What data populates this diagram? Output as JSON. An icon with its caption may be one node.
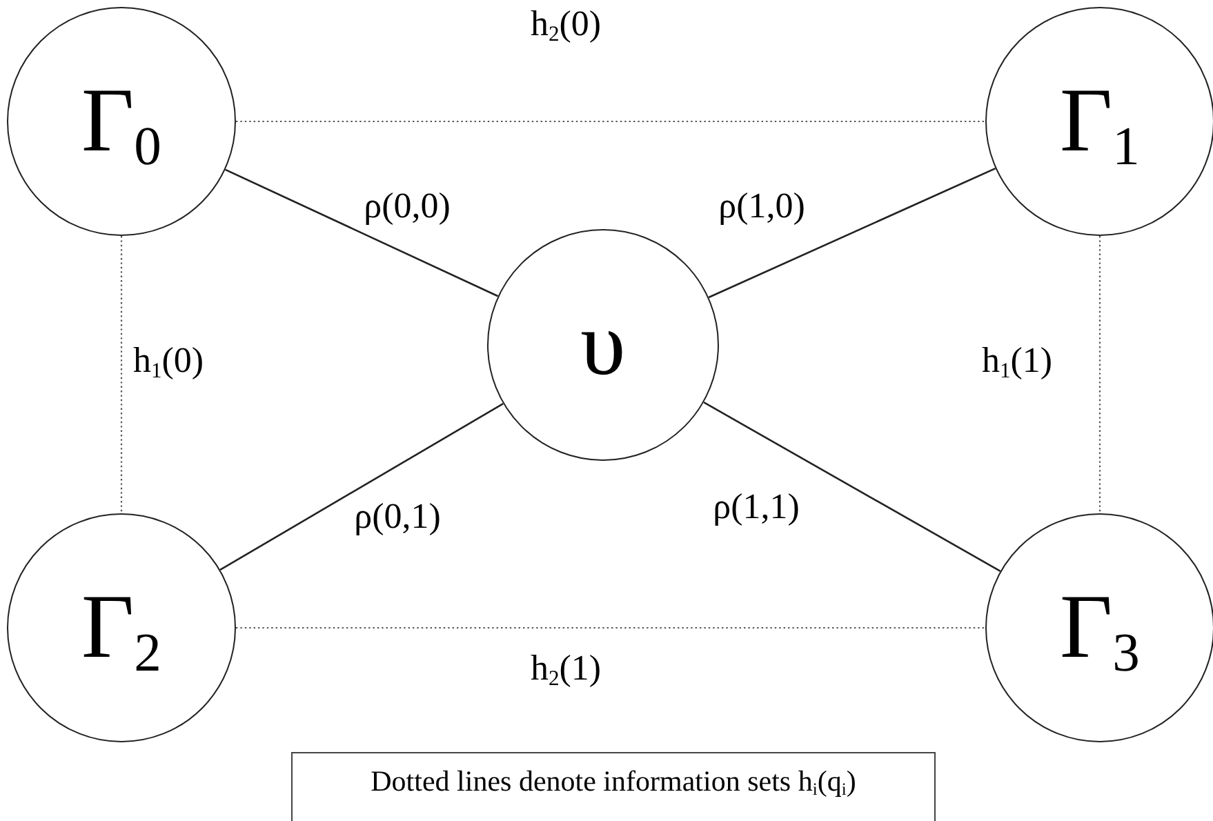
{
  "diagram": {
    "nodes": [
      {
        "text": [
          "Γ$_{0}$"
        ]
      },
      {
        "text": [
          "Γ$_{1}$"
        ]
      },
      {
        "text": [
          "υ"
        ]
      },
      {
        "text": [
          "Γ$_{2}$"
        ]
      },
      {
        "text": [
          "Γ$_{3}$"
        ]
      },
      {
        "text": [
          "Dotted lines denote information sets h$_{i}$(q$_{i}$)"
        ]
      }
    ],
    "edges": [
      {
        "from": 0,
        "to": 1,
        "arrow": "none",
        "label": "h$_{2}$(0)",
        "style": "dashed"
      },
      {
        "from": 0,
        "to": 3,
        "arrow": "none",
        "label": "h$_{1}$(0)",
        "style": "dashed"
      },
      {
        "from": 1,
        "to": 4,
        "arrow": "none",
        "label": "h$_{1}$(1)",
        "style": "dashed"
      },
      {
        "from": 3,
        "to": 4,
        "arrow": "none",
        "label": "h$_{2}$(1)",
        "style": "dashed"
      },
      {
        "from": 0,
        "to": 2,
        "arrow": "none",
        "label": "ρ(0,0)"
      },
      {
        "from": 1,
        "to": 2,
        "arrow": "none",
        "label": "ρ(1,0)"
      },
      {
        "from": 3,
        "to": 2,
        "arrow": "none",
        "label": "ρ(0,1)"
      },
      {
        "from": 4,
        "to": 2,
        "arrow": "none",
        "label": "ρ(1,1)"
      }
    ]
  }
}
